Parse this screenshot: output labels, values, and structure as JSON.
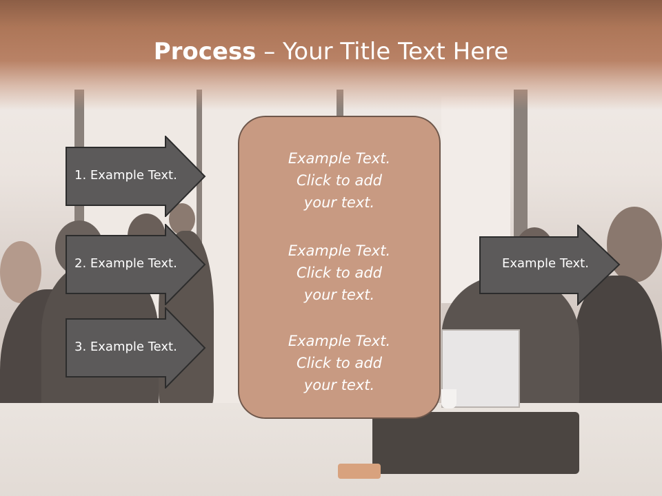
{
  "slide": {
    "title_bold": "Process",
    "title_rest": " – Your Title Text Here"
  },
  "left_arrows": [
    {
      "label": "1. Example Text."
    },
    {
      "label": "2. Example Text."
    },
    {
      "label": "3. Example Text."
    }
  ],
  "center_box": {
    "blocks": [
      {
        "line1": "Example Text.",
        "line2": "Click  to add",
        "line3": "your text."
      },
      {
        "line1": "Example Text.",
        "line2": "Click  to add",
        "line3": "your text."
      },
      {
        "line1": "Example Text.",
        "line2": "Click  to add",
        "line3": "your text."
      }
    ]
  },
  "right_arrow": {
    "label": "Example Text."
  },
  "colors": {
    "title_band": "#b07a5c",
    "arrow_fill": "#5c5a5a",
    "arrow_stroke": "#2c2c2c",
    "center_box_fill": "#c89a82",
    "center_box_stroke": "#6e574b",
    "text": "#ffffff"
  }
}
